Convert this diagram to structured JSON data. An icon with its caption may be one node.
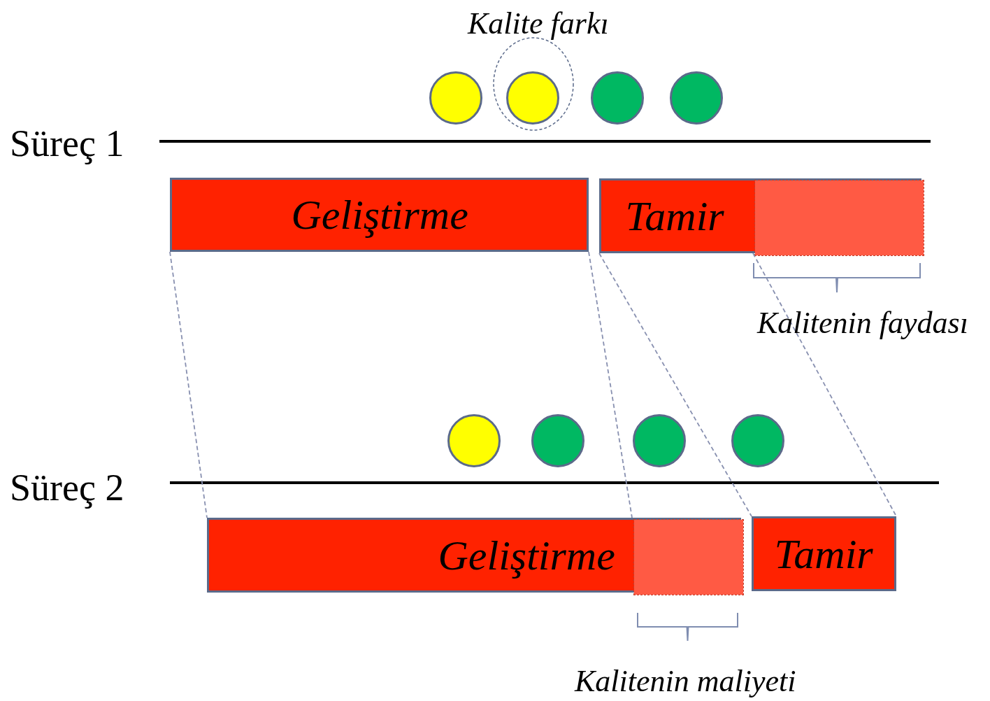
{
  "diagram": {
    "nodes": [
      {
        "text": [],
        "shape": "circle"
      },
      {
        "text": [],
        "shape": "circle"
      },
      {
        "text": [],
        "shape": "circle"
      },
      {
        "text": [],
        "shape": "circle"
      },
      {
        "text": [
          "Geliştirme"
        ]
      },
      {
        "text": [
          "Tamir"
        ]
      },
      {
        "text": [],
        "shape": "box",
        "in": 5
      },
      {
        "text": [],
        "shape": "circle"
      },
      {
        "text": [],
        "shape": "circle"
      },
      {
        "text": [],
        "shape": "circle"
      },
      {
        "text": [],
        "shape": "circle"
      },
      {
        "text": [
          "Geliştirme"
        ]
      },
      {
        "text": [],
        "shape": "box",
        "in": 11
      },
      {
        "text": [
          "Tamir"
        ]
      }
    ],
    "edges": [
      {
        "from": 4,
        "to": 11,
        "arrow": "none",
        "style": "dashed"
      },
      {
        "from": 4,
        "to": 12,
        "arrow": "none",
        "style": "dashed"
      },
      {
        "from": 5,
        "to": 13,
        "arrow": "none",
        "style": "dashed"
      },
      {
        "from": 6,
        "to": 13,
        "arrow": "none",
        "style": "dashed"
      }
    ],
    "labels": [
      "Kalite farkı",
      "Süreç 1",
      "Kalitenin faydası",
      "Süreç 2",
      "Kalitenin maliyeti"
    ]
  }
}
